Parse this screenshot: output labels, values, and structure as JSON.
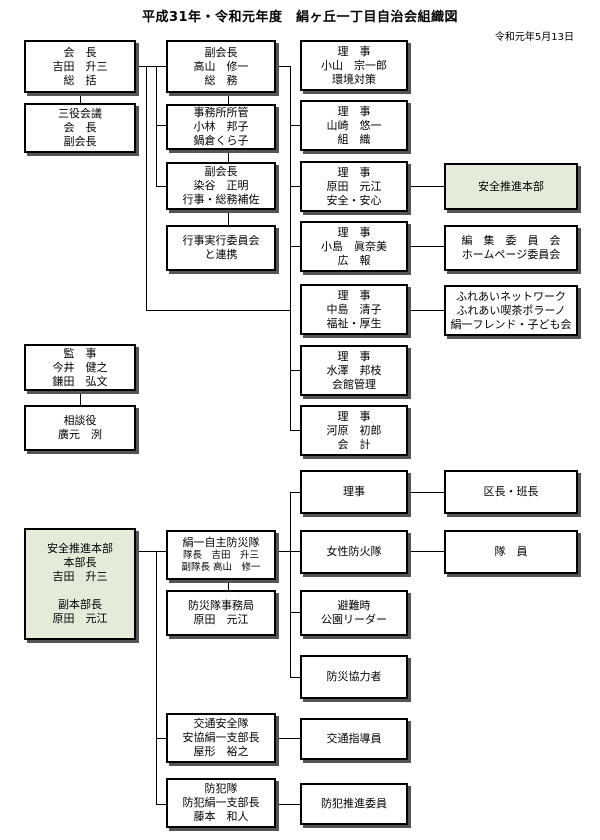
{
  "title": "平成31年・令和元年度　絹ヶ丘一丁目自治会組織図",
  "date": "令和元年5月13日",
  "boxes": {
    "kaicho": [
      "会　長",
      "吉田　升三",
      "総　括"
    ],
    "sanyaku": [
      "三役会議",
      "会　長",
      "副会長"
    ],
    "fuku1": [
      "副会長",
      "高山　修一",
      "総　務"
    ],
    "jimusho": [
      "事務所所管",
      "小林　邦子",
      "鍋倉くら子"
    ],
    "fuku2": [
      "副会長",
      "染谷　正明",
      "行事・総務補佐"
    ],
    "gyoji": [
      "行事実行委員会",
      "と連携"
    ],
    "riji1": [
      "理　事",
      "小山　宗一郎",
      "環境対策"
    ],
    "riji2": [
      "理　事",
      "山崎　悠一",
      "組　織"
    ],
    "riji3": [
      "理　事",
      "原田　元江",
      "安全・安心"
    ],
    "riji4": [
      "理　事",
      "小島　眞奈美",
      "広　報"
    ],
    "riji5": [
      "理　事",
      "中島　清子",
      "福祉・厚生"
    ],
    "riji6": [
      "理　事",
      "水澤　邦枝",
      "会館管理"
    ],
    "riji7": [
      "理　事",
      "河原　初郎",
      "会　計"
    ],
    "anzen": [
      "安全推進本部"
    ],
    "henshu": [
      "編　集　委　員　会",
      "ホームページ委員会"
    ],
    "fureai": [
      "ふれあいネットワーク",
      "ふれあい喫茶ポラーノ",
      "絹一フレンド・子ども会"
    ],
    "kanji": [
      "監　事",
      "今井　健之",
      "鎌田　弘文"
    ],
    "sodan": [
      "相談役",
      "廣元　洌"
    ],
    "honbu": [
      "安全推進本部",
      "本部長",
      "吉田　升三",
      "副本部長",
      "原田　元江"
    ],
    "bosai": [
      "絹一自主防災隊",
      "隊長　吉田　升三",
      "副隊長 高山　修一"
    ],
    "bosai_jimu": [
      "防災隊事務局",
      "原田　元江"
    ],
    "riji_b": [
      "理事"
    ],
    "josei": [
      "女性防火隊"
    ],
    "hinan": [
      "避難時",
      "公園リーダー"
    ],
    "kyoryoku": [
      "防災協力者"
    ],
    "kucho": [
      "区長・班長"
    ],
    "taiin": [
      "隊　員"
    ],
    "kotsu": [
      "交通安全隊",
      "安協絹一支部長",
      "屋形　裕之"
    ],
    "kotsu_shido": [
      "交通指導員"
    ],
    "bohan": [
      "防犯隊",
      "防犯絹一支部長",
      "藤本　和人"
    ],
    "bohan_suishin": [
      "防犯推進委員"
    ]
  }
}
